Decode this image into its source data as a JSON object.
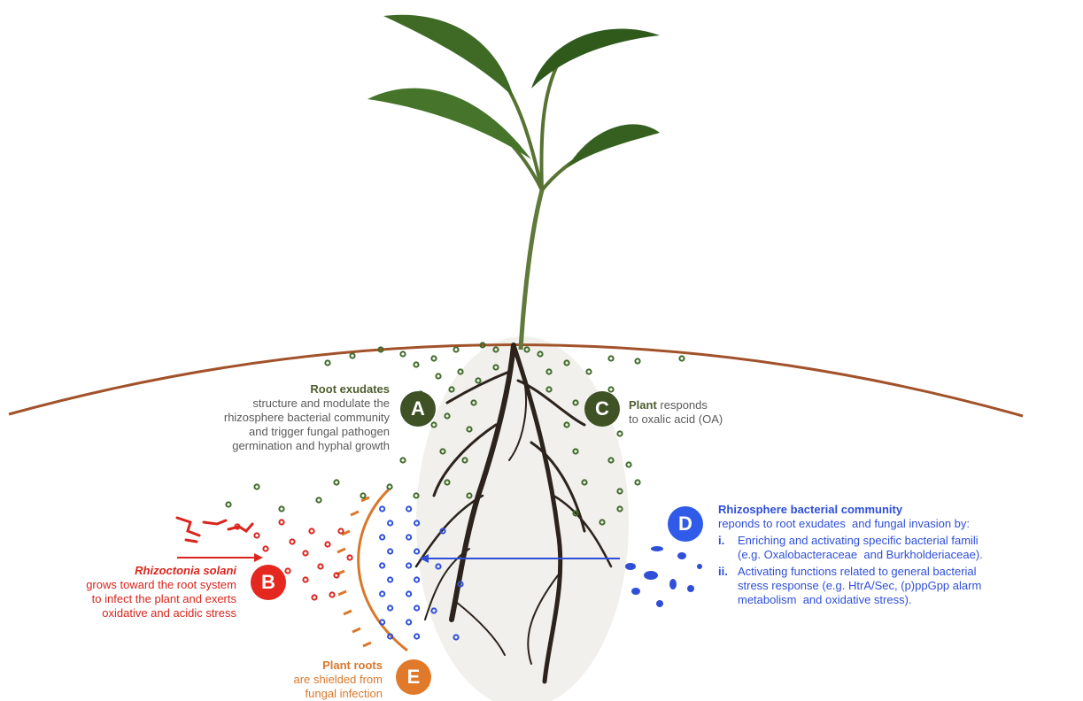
{
  "labels": {
    "A": "A",
    "B": "B",
    "C": "C",
    "D": "D",
    "E": "E"
  },
  "root_exudates": {
    "title": "Root exudates",
    "lines": [
      "structure and modulate the",
      "rhizosphere bacterial community",
      "and trigger fungal pathogen",
      "germination and hyphal growth"
    ]
  },
  "plant": {
    "title": "Plant",
    "line1_rest": " responds",
    "line2": "to oxalic acid (OA)"
  },
  "rhizoctonia": {
    "title": "Rhizoctonia solani",
    "lines": [
      "grows toward the root system",
      "to infect the plant and exerts",
      "oxidative  and acidic stress"
    ]
  },
  "bacterial": {
    "title": "Rhizosphere bacterial community",
    "subtitle": "reponds to root exudates  and fungal invasion by:",
    "item_i_marker": "i.",
    "item_i_lines": [
      "Enriching and activating specific bacterial famili",
      "(e.g. Oxalobacteraceae  and Burkholderiaceae)."
    ],
    "item_ii_marker": "ii.",
    "item_ii_lines": [
      "Activating functions related to general bacterial",
      "stress response (e.g. HtrA/Sec, (p)ppGpp alarm",
      "metabolism  and oxidative stress)."
    ]
  },
  "plant_roots": {
    "title": "Plant roots",
    "lines": [
      "are shielded from",
      "fungal infection"
    ]
  },
  "colors": {
    "green": "#4f5d2f",
    "red": "#d9251d",
    "blue": "#2f4fd8",
    "orange": "#d9782b",
    "soil_line": "#a2522a"
  }
}
